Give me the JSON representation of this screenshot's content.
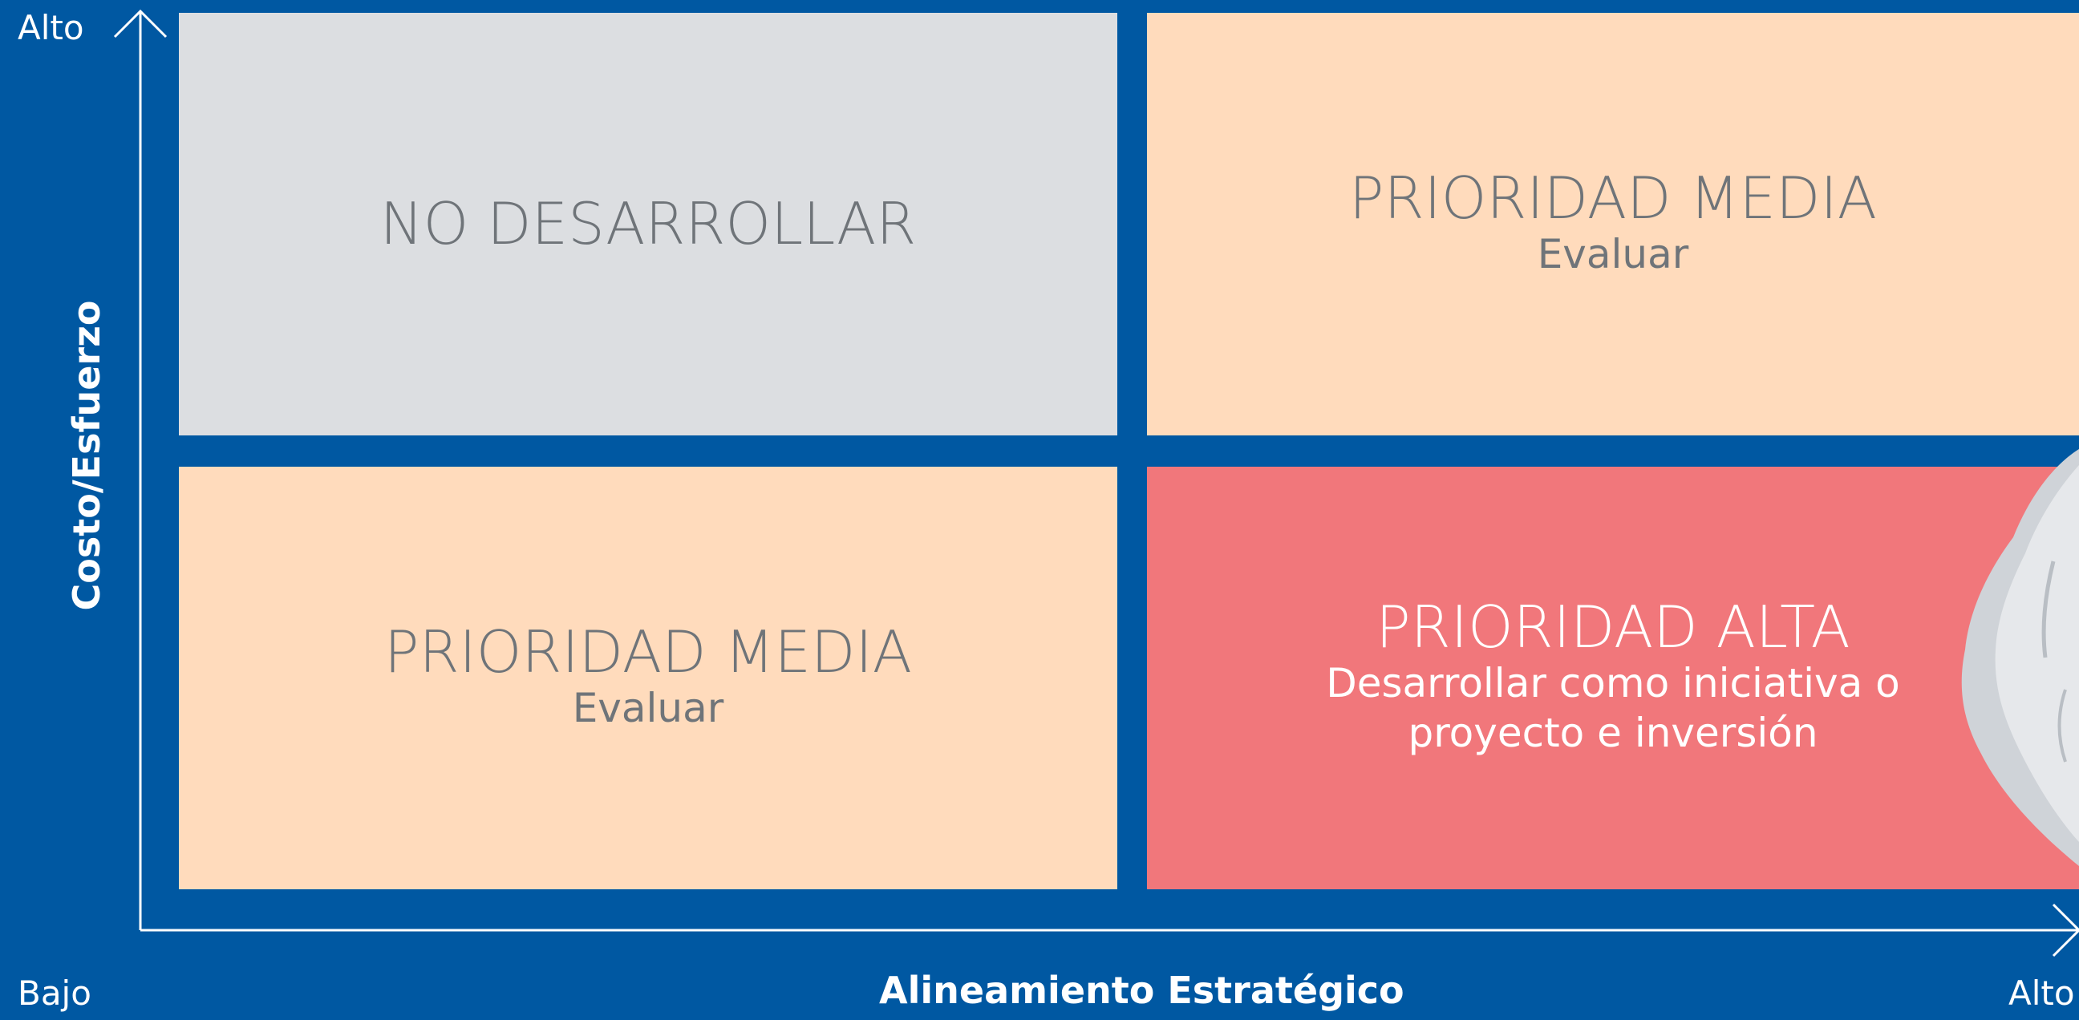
{
  "colors": {
    "background": "#0058a2",
    "gray_box": "#dcdee1",
    "peach_box": "#ffdbbc",
    "red_box": "#f1777b",
    "axis": "#ffffff",
    "text_gray": "#6f7479",
    "text_white": "#ffffff"
  },
  "quadrants": {
    "top_left": {
      "title": "NO DESARROLLAR",
      "subtitle": ""
    },
    "top_right": {
      "title": "PRIORIDAD MEDIA",
      "subtitle": "Evaluar"
    },
    "bottom_left": {
      "title": "PRIORIDAD MEDIA",
      "subtitle": "Evaluar"
    },
    "bottom_right": {
      "title": "PRIORIDAD ALTA",
      "subtitle_line1": "Desarrollar como iniciativa o",
      "subtitle_line2": "proyecto e inversión"
    }
  },
  "axes": {
    "y_label": "Costo/Esfuerzo",
    "x_label": "Alineamiento Estratégico",
    "y_high": "Alto",
    "x_low": "Bajo",
    "x_high": "Alto"
  }
}
